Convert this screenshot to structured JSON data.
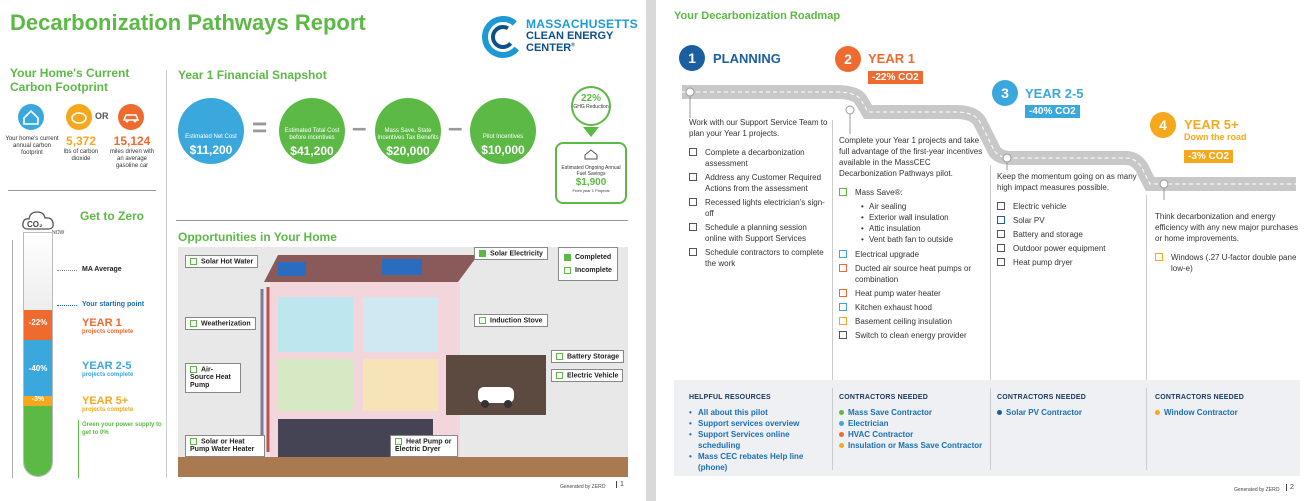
{
  "page1": {
    "title": "Decarbonization Pathways Report",
    "logo": {
      "line1": "MASSACHUSETTS",
      "line2": "CLEAN ENERGY",
      "line3": "CENTER",
      "reg": "®"
    },
    "footprint": {
      "heading": "Your Home's Current Carbon Footprint",
      "home_label": "Your home's current annual carbon footprint",
      "co2_value": "5,372",
      "co2_label": "lbs of carbon dioxide",
      "or": "OR",
      "miles_value": "15,124",
      "miles_label": "miles driven with an average gasoline car"
    },
    "snapshot": {
      "heading": "Year 1 Financial Snapshot",
      "items": [
        {
          "label": "Estimated Net Cost",
          "value": "$11,200"
        },
        {
          "label": "Estimated Total Cost before incentives",
          "value": "$41,200"
        },
        {
          "label": "Mass Save, State Incentives Tax Benefits",
          "value": "$20,000"
        },
        {
          "label": "Pilot Incentives",
          "value": "$10,000"
        }
      ],
      "ops": [
        "=",
        "–",
        "–"
      ],
      "ghg_value": "22%",
      "ghg_label": "GHG Reduction",
      "savings_label": "Estimated Ongoing Annual Fuel Savings",
      "savings_value": "$1,900",
      "savings_note": "From year 1 Projects"
    },
    "get_to_zero": {
      "heading": "Get to Zero",
      "co2_word": "CO₂",
      "now": "NOW",
      "ma_average": "MA Average",
      "starting_point": "Your starting point",
      "segments": [
        {
          "pct": "-22%",
          "label": "YEAR 1",
          "sub": "projects complete",
          "color": "#ef6a2f"
        },
        {
          "pct": "-40%",
          "label": "YEAR 2-5",
          "sub": "projects complete",
          "color": "#3aa8dc"
        },
        {
          "pct": "-3%",
          "label": "YEAR 5+",
          "sub": "projects complete",
          "color": "#f5a81c"
        }
      ],
      "green_note": "Green your power supply to get to 0%",
      "zero": "0",
      "zero_unit": "%"
    },
    "opportunities": {
      "heading": "Opportunities in Your Home",
      "legend_completed": "Completed",
      "legend_incomplete": "Incomplete",
      "labels": [
        "Solar Hot Water",
        "Solar Electricity",
        "Weatherization",
        "Induction Stove",
        "Air-Source Heat Pump",
        "Battery Storage",
        "Electric Vehicle",
        "Solar or Heat Pump Water Heater",
        "Heat Pump or Electric Dryer"
      ]
    },
    "footer": "Generated by ZERO",
    "page_num": "1"
  },
  "page2": {
    "title": "Your Decarbonization Roadmap",
    "steps": [
      {
        "num": "1",
        "title": "PLANNING",
        "color": "#1b5fa0"
      },
      {
        "num": "2",
        "title": "YEAR 1",
        "tag": "-22% CO2",
        "color": "#ef6a2f"
      },
      {
        "num": "3",
        "title": "YEAR 2-5",
        "tag": "-40% CO2",
        "color": "#3aa8dc"
      },
      {
        "num": "4",
        "title": "YEAR 5+",
        "subtitle": "Down the road",
        "tag": "-3% CO2",
        "color": "#f5a81c"
      }
    ],
    "col1": {
      "intro": "Work with our Support Service Team to plan your Year 1 projects.",
      "items": [
        "Complete a decarbonization assessment",
        "Address any Customer Required Actions from the assessment",
        "Recessed lights electrician's sign-off",
        "Schedule a planning session online with Support Services",
        "Schedule contractors to complete the work"
      ]
    },
    "col2": {
      "intro": "Complete your Year 1 projects and take full advantage of the first-year incentives available in the MassCEC Decarbonization Pathways pilot.",
      "mass_save": "Mass Save®:",
      "mass_save_subs": [
        "Air sealing",
        "Exterior wall insulation",
        "Attic insulation",
        "Vent bath fan to outside"
      ],
      "items": [
        "Electrical upgrade",
        "Ducted air source heat pumps or combination",
        "Heat pump water heater",
        "Kitchen exhaust hood",
        "Basement ceiling insulation",
        "Switch to clean energy provider"
      ]
    },
    "col3": {
      "intro": "Keep the momentum going on as many high impact measures possible.",
      "items": [
        "Electric vehicle",
        "Solar PV",
        "Battery and storage",
        "Outdoor power equipment",
        "Heat pump dryer"
      ]
    },
    "col4": {
      "intro": "Think decarbonization and energy efficiency with any new major purchases or home improvements.",
      "items": [
        "Windows (.27 U-factor double pane low-e)"
      ]
    },
    "bottom": {
      "resources_head": "HELPFUL RESOURCES",
      "resources": [
        "All about this pilot",
        "Support services overview",
        "Support Services online scheduling",
        "Mass CEC rebates Help line (phone)"
      ],
      "contractors_head": "CONTRACTORS NEEDED",
      "c2": [
        {
          "name": "Mass Save Contractor",
          "color": "#5cb946"
        },
        {
          "name": "Electrician",
          "color": "#3aa8dc"
        },
        {
          "name": "HVAC Contractor",
          "color": "#ef6a2f"
        },
        {
          "name": "Insulation or Mass Save Contractor",
          "color": "#f5a81c"
        }
      ],
      "c3": [
        {
          "name": "Solar PV Contractor",
          "color": "#1b5fa0"
        }
      ],
      "c4": [
        {
          "name": "Window Contractor",
          "color": "#f5a81c"
        }
      ]
    },
    "footer": "Generated by ZERO",
    "page_num": "2"
  }
}
